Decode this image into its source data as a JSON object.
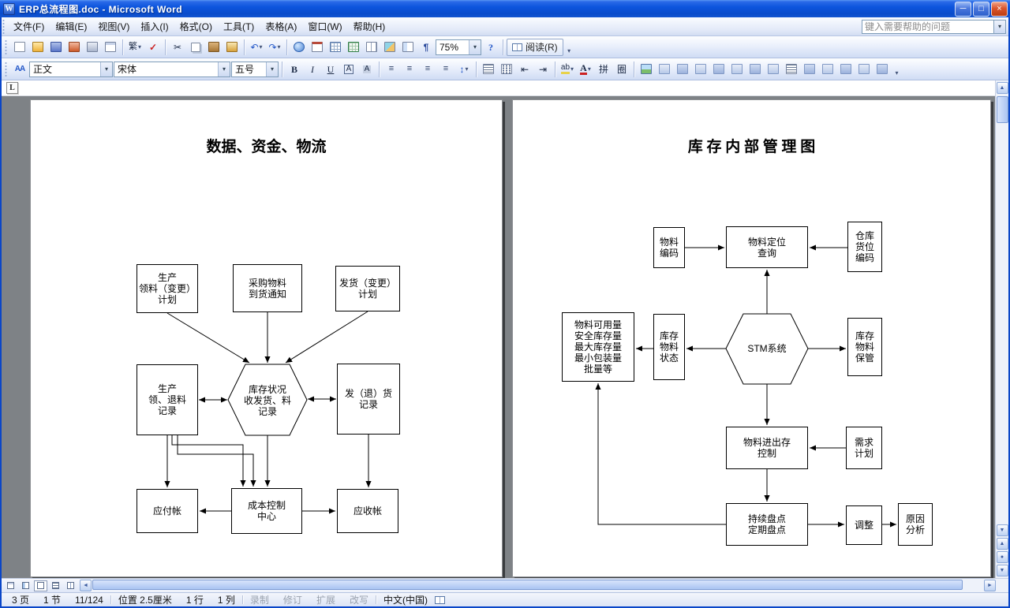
{
  "window": {
    "icon_letter": "W",
    "title": "ERP总流程图.doc - Microsoft Word"
  },
  "menubar": {
    "items": [
      "文件(F)",
      "编辑(E)",
      "视图(V)",
      "插入(I)",
      "格式(O)",
      "工具(T)",
      "表格(A)",
      "窗口(W)",
      "帮助(H)"
    ],
    "help_placeholder": "键入需要帮助的问题"
  },
  "toolbar1": {
    "zoom_value": "75%",
    "read_label": "阅读(R)"
  },
  "toolbar2": {
    "style_value": "正文",
    "font_value": "宋体",
    "size_value": "五号"
  },
  "glyphs": {
    "min": "─",
    "restore": "□",
    "close": "×",
    "dropdown": "▾",
    "convert": "繁",
    "spell": "✓",
    "cut": "✂",
    "undo": "↶",
    "redo": "↷",
    "pilcrow": "¶",
    "help": "?",
    "styles": "AA",
    "bold": "B",
    "italic": "I",
    "underline": "U",
    "char_border": "A",
    "char_shading": "A",
    "align": "≡",
    "line_spacing": "↕",
    "outdent": "⇤",
    "indent": "⇥",
    "highlight": "ab",
    "font_color": "A",
    "phonetic": "拼",
    "enclose": "圈",
    "tab_selector": "L",
    "scroll_up": "▲",
    "scroll_down": "▼",
    "scroll_left": "◄",
    "scroll_right": "►",
    "browse_prev": "▲",
    "browse_dot": "●",
    "browse_next": "▼"
  },
  "document": {
    "page1": {
      "title": "数据、资金、物流",
      "nodes": {
        "prod_plan": "生产\n领料（变更）\n计划",
        "purchase": "采购物料\n到货通知",
        "ship_plan": "发货（变更）\n计划",
        "prod_rec": "生产\n领、退料\n记录",
        "inv_status": "库存状况\n收发货、料\n记录",
        "ship_rec": "发（退）货\n记录",
        "ap": "应付帐",
        "cost": "成本控制\n中心",
        "ar": "应收帐"
      }
    },
    "page2": {
      "title": "库 存 内 部 管 理 图",
      "nodes": {
        "mat_code": "物料\n编码",
        "mat_loc": "物料定位\n查询",
        "wh_code": "仓库\n货位\n编码",
        "mat_avail": "物料可用量\n安全库存量\n最大库存量\n最小包装量\n批量等",
        "mat_state": "库存\n物料\n状态",
        "stm": "STM系统",
        "mat_keep": "库存\n物料\n保管",
        "inout": "物料进出存\n控制",
        "demand": "需求\n计划",
        "count": "持续盘点\n定期盘点",
        "adjust": "调整",
        "cause": "原因\n分析"
      }
    }
  },
  "statusbar": {
    "page": "3 页",
    "section": "1 节",
    "page_of": "11/124",
    "position": "位置 2.5厘米",
    "line": "1 行",
    "column": "1 列",
    "record": "录制",
    "revise": "修订",
    "extend": "扩展",
    "overtype": "改写",
    "language": "中文(中国)"
  }
}
